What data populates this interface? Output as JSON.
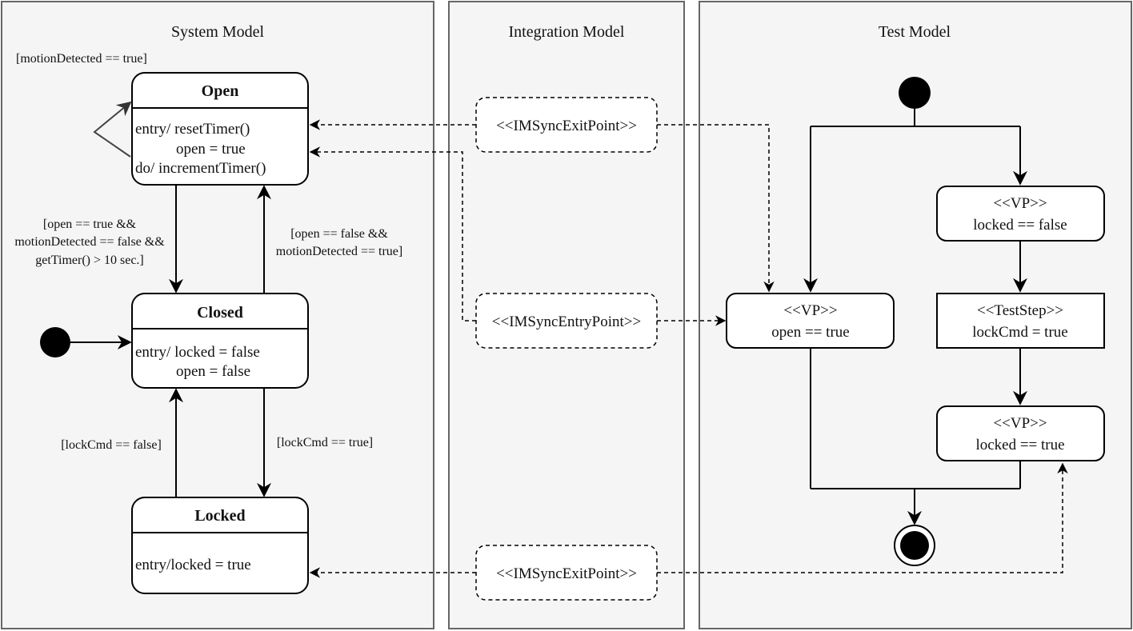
{
  "lanes": {
    "system": "System Model",
    "integration": "Integration Model",
    "test": "Test Model"
  },
  "system_model": {
    "open": {
      "title": "Open",
      "lines": [
        "entry/ resetTimer()",
        "open = true",
        "do/ incrementTimer()"
      ]
    },
    "closed": {
      "title": "Closed",
      "lines": [
        "entry/ locked = false",
        "open = false"
      ]
    },
    "locked": {
      "title": "Locked",
      "lines": [
        "entry/locked = true"
      ]
    },
    "guards": {
      "self_loop": "[motionDetected == true]",
      "open_to_closed": [
        "[open == true &&",
        "motionDetected == false &&",
        "getTimer() > 10 sec.]"
      ],
      "closed_to_open": [
        "[open == false &&",
        "motionDetected == true]"
      ],
      "locked_to_closed": "[lockCmd == false]",
      "closed_to_locked": "[lockCmd == true]"
    }
  },
  "integration_model": {
    "exit_top": "<<IMSyncExitPoint>>",
    "entry_mid": "<<IMSyncEntryPoint>>",
    "exit_bottom": "<<IMSyncExitPoint>>"
  },
  "test_model": {
    "vp_open": [
      "<<VP>>",
      "open == true"
    ],
    "vp_locked_false": [
      "<<VP>>",
      "locked == false"
    ],
    "test_step": [
      "<<TestStep>>",
      "lockCmd = true"
    ],
    "vp_locked_true": [
      "<<VP>>",
      "locked == true"
    ]
  },
  "colors": {
    "lane_fill": "#f5f5f5",
    "lane_stroke": "#666666",
    "node_fill": "#ffffff",
    "stroke": "#000000"
  }
}
